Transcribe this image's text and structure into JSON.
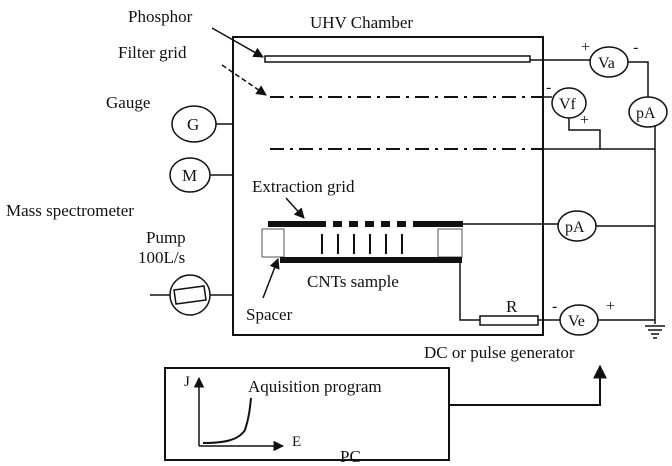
{
  "labels": {
    "phosphor": "Phosphor",
    "uhv_chamber": "UHV Chamber",
    "filter_grid": "Filter grid",
    "gauge": "Gauge",
    "gauge_symbol": "G",
    "mass_symbol": "M",
    "mass_spectrometer": "Mass spectrometer",
    "pump": "Pump",
    "pump_speed": "100L/s",
    "extraction_grid": "Extraction grid",
    "cnts_sample": "CNTs sample",
    "spacer": "Spacer",
    "resistor": "R",
    "generator": "DC or pulse generator",
    "acquisition_program": "Aquisition program",
    "axis_j": "J",
    "axis_e": "E",
    "pc": "PC"
  },
  "meters": {
    "va": "Va",
    "vf": "Vf",
    "ve": "Ve",
    "pa_top": "pA",
    "pa_mid": "pA"
  },
  "polarity": {
    "va_plus": "+",
    "va_minus": "-",
    "vf_minus": "-",
    "vf_plus": "+",
    "ve_minus": "-",
    "ve_plus": "+"
  }
}
